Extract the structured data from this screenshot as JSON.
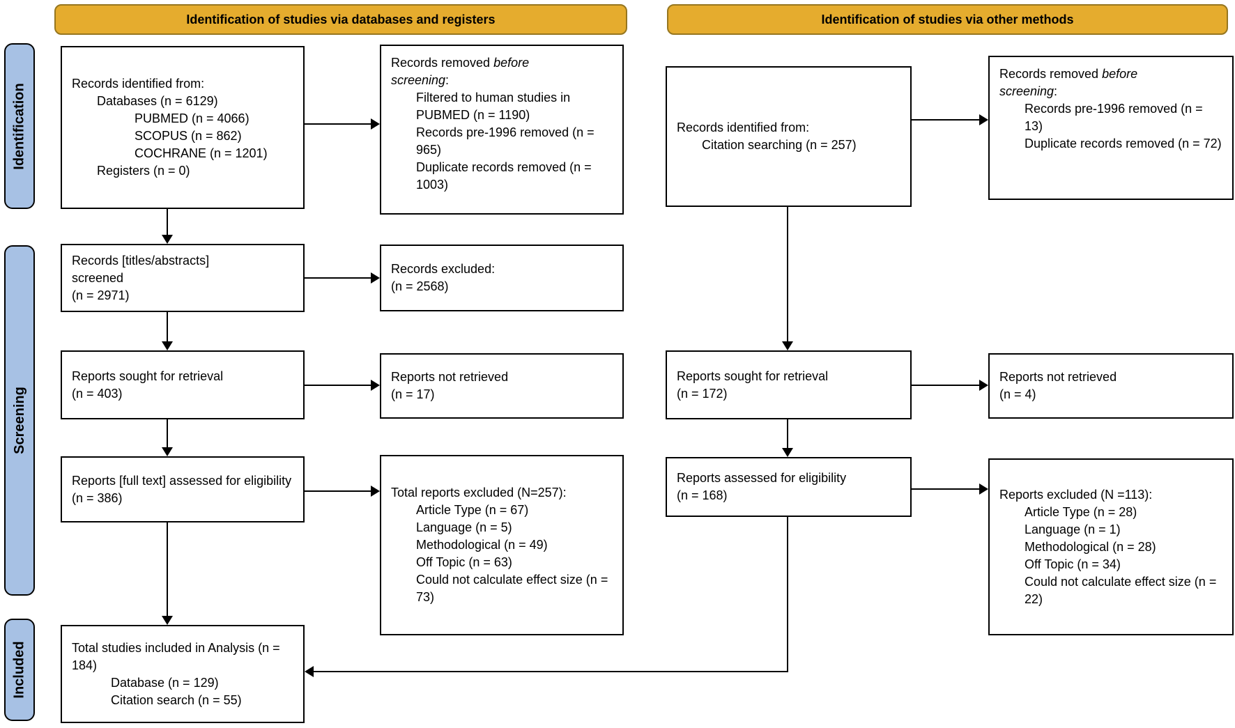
{
  "colors": {
    "banner_fill": "#E5AC2E",
    "banner_border": "#96761F",
    "stage_fill": "#A7C1E4",
    "box_border": "#000000",
    "background": "#FFFFFF"
  },
  "banners": {
    "left": "Identification of studies via databases and registers",
    "right": "Identification of studies via other methods"
  },
  "stages": {
    "identification": "Identification",
    "screening": "Screening",
    "included": "Included"
  },
  "boxes": {
    "db_records_identified": {
      "lines": [
        {
          "text": "Records identified from:",
          "indent": 0
        },
        {
          "text": "Databases (n = 6129)",
          "indent": 1
        },
        {
          "text": "PUBMED (n = 4066)",
          "indent": 3
        },
        {
          "text": "SCOPUS (n = 862)",
          "indent": 3
        },
        {
          "text": "COCHRANE (n = 1201)",
          "indent": 3
        },
        {
          "text": "Registers (n = 0)",
          "indent": 1
        }
      ]
    },
    "db_records_removed": {
      "lines": [
        {
          "pre": "Records removed ",
          "italic": "before",
          "indent": 0
        },
        {
          "italic": "screening",
          "post": ":",
          "indent": 0
        },
        {
          "text": "Filtered to human studies in PUBMED (n = 1190)",
          "indent": 1
        },
        {
          "text": "Records pre-1996 removed (n = 965)",
          "indent": 1
        },
        {
          "text": "Duplicate records removed (n = 1003)",
          "indent": 1
        }
      ]
    },
    "other_records_identified": {
      "lines": [
        {
          "text": "Records identified from:",
          "indent": 0
        },
        {
          "text": "Citation searching (n = 257)",
          "indent": 1
        }
      ]
    },
    "other_records_removed": {
      "lines": [
        {
          "pre": "Records removed ",
          "italic": "before",
          "indent": 0
        },
        {
          "italic": "screening",
          "post": ":",
          "indent": 0
        },
        {
          "text": "Records pre-1996 removed (n = 13)",
          "indent": 1
        },
        {
          "text": "Duplicate records removed (n = 72)",
          "indent": 1
        }
      ]
    },
    "db_records_screened": {
      "lines": [
        {
          "text": "Records [titles/abstracts]",
          "indent": 0
        },
        {
          "text": "screened",
          "indent": 0
        },
        {
          "text": "(n = 2971)",
          "indent": 0
        }
      ]
    },
    "db_records_excluded": {
      "lines": [
        {
          "text": "Records excluded:",
          "indent": 0
        },
        {
          "text": "(n = 2568)",
          "indent": 0
        }
      ]
    },
    "db_reports_sought": {
      "lines": [
        {
          "text": "Reports sought for retrieval",
          "indent": 0
        },
        {
          "text": "(n = 403)",
          "indent": 0
        }
      ]
    },
    "db_reports_not_retrieved": {
      "lines": [
        {
          "text": "Reports not retrieved",
          "indent": 0
        },
        {
          "text": "(n = 17)",
          "indent": 0
        }
      ]
    },
    "other_reports_sought": {
      "lines": [
        {
          "text": "Reports sought for retrieval",
          "indent": 0
        },
        {
          "text": "(n = 172)",
          "indent": 0
        }
      ]
    },
    "other_reports_not_retrieved": {
      "lines": [
        {
          "text": "Reports not retrieved",
          "indent": 0
        },
        {
          "text": "(n = 4)",
          "indent": 0
        }
      ]
    },
    "db_reports_assessed": {
      "lines": [
        {
          "text": "Reports [full text] assessed for eligibility",
          "indent": 0
        },
        {
          "text": "(n = 386)",
          "indent": 0
        }
      ]
    },
    "db_reports_excluded_detail": {
      "lines": [
        {
          "text": "Total reports excluded (N=257):",
          "indent": 0
        },
        {
          "text": "Article Type (n = 67)",
          "indent": 1
        },
        {
          "text": "Language (n = 5)",
          "indent": 1
        },
        {
          "text": "Methodological (n = 49)",
          "indent": 1
        },
        {
          "text": "Off Topic (n = 63)",
          "indent": 1
        },
        {
          "text": "Could not calculate effect size (n = 73)",
          "indent": 1
        }
      ]
    },
    "other_reports_assessed": {
      "lines": [
        {
          "text": "Reports assessed for eligibility",
          "indent": 0
        },
        {
          "text": "(n = 168)",
          "indent": 0
        }
      ]
    },
    "other_reports_excluded_detail": {
      "lines": [
        {
          "text": "Reports excluded (N =113):",
          "indent": 0
        },
        {
          "text": "Article Type (n = 28)",
          "indent": 1
        },
        {
          "text": "Language (n = 1)",
          "indent": 1
        },
        {
          "text": "Methodological (n = 28)",
          "indent": 1
        },
        {
          "text": "Off Topic (n = 34)",
          "indent": 1
        },
        {
          "text": "Could not calculate effect size (n = 22)",
          "indent": 1
        }
      ]
    },
    "included_total": {
      "lines": [
        {
          "text": "Total studies included in Analysis (n = 184)",
          "indent": 0
        },
        {
          "text": "Database (n = 129)",
          "indent": 2
        },
        {
          "text": "Citation search (n = 55)",
          "indent": 2
        }
      ]
    }
  }
}
